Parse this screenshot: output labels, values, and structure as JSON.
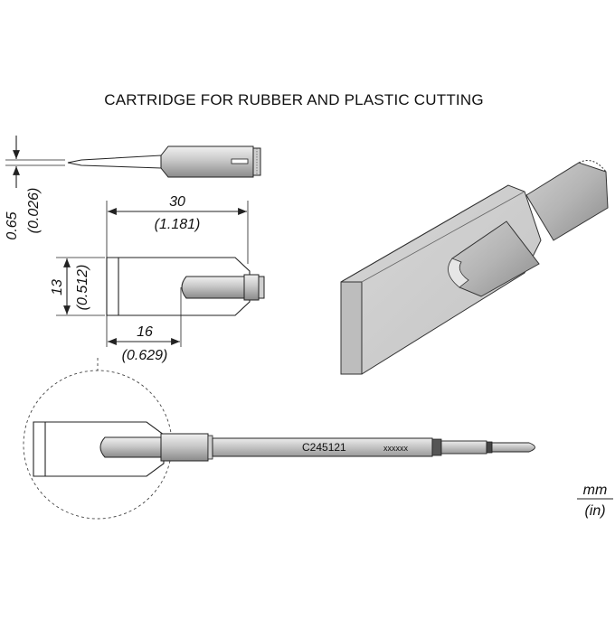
{
  "title": "CARTRIDGE FOR RUBBER AND PLASTIC CUTTING",
  "dimensions": {
    "thickness_mm": "0.65",
    "thickness_in": "(0.026)",
    "length_mm": "30",
    "length_in": "(1.181)",
    "height_mm": "13",
    "height_in": "(0.512)",
    "offset_mm": "16",
    "offset_in": "(0.629)"
  },
  "cartridge": {
    "part_number": "C245121",
    "serial_placeholder": "xxxxxx"
  },
  "units": {
    "primary": "mm",
    "secondary": "(in)"
  },
  "colors": {
    "metal_light": "#e2e2e2",
    "metal_mid": "#b9b9b9",
    "metal_dark": "#8e8e8e",
    "outline": "#222222"
  }
}
